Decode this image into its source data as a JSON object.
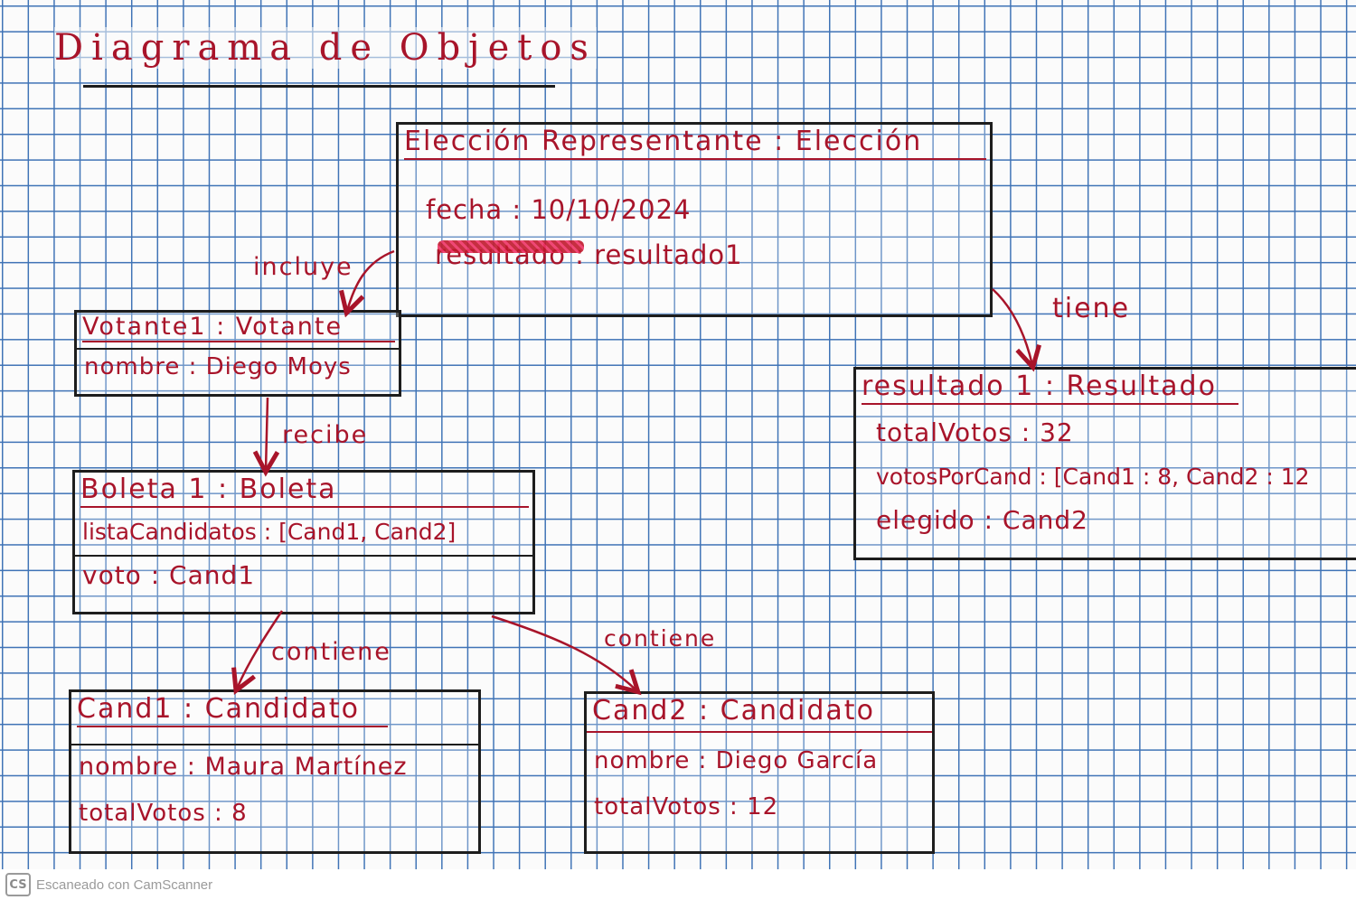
{
  "title": "Diagrama de Objetos",
  "objects": {
    "eleccion": {
      "header": "Elección Representante : Elección",
      "attrs": [
        "fecha : 10/10/2024",
        "resultado : resultado1"
      ]
    },
    "votante": {
      "header": "Votante1 : Votante",
      "attrs": [
        "nombre : Diego Moys"
      ]
    },
    "boleta": {
      "header": "Boleta 1 : Boleta",
      "attrs": [
        "listaCandidatos : [Cand1, Cand2]",
        "voto : Cand1"
      ]
    },
    "cand1": {
      "header": "Cand1 : Candidato",
      "attrs": [
        "nombre : Maura Martínez",
        "totalVotos : 8"
      ]
    },
    "cand2": {
      "header": "Cand2 : Candidato",
      "attrs": [
        "nombre : Diego García",
        "totalVotos : 12"
      ]
    },
    "resultado": {
      "header": "resultado 1 : Resultado",
      "attrs": [
        "totalVotos : 32",
        "votosPorCand : [Cand1 : 8, Cand2 : 12",
        "elegido : Cand2"
      ]
    }
  },
  "links": {
    "incluye": "incluye",
    "tiene": "tiene",
    "recibe": "recibe",
    "contiene_1": "contiene",
    "contiene_2": "contiene"
  },
  "footer": {
    "logo": "CS",
    "text": "Escaneado con CamScanner"
  },
  "colors": {
    "ink": "#a8142a",
    "box_border": "#1d1d1d",
    "grid": "#3f73b6"
  }
}
